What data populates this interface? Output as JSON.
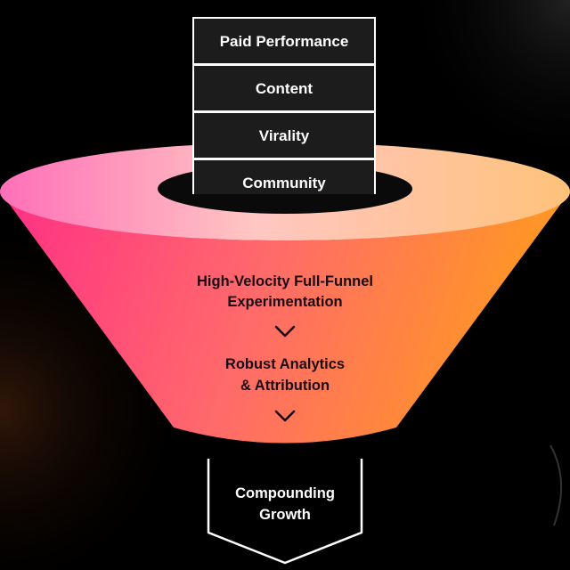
{
  "stack": {
    "items": [
      {
        "label": "Paid Performance"
      },
      {
        "label": "Content"
      },
      {
        "label": "Virality"
      },
      {
        "label": "Community"
      }
    ]
  },
  "funnel": {
    "stage1": {
      "line1": "High-Velocity Full-Funnel",
      "line2": "Experimentation"
    },
    "stage2": {
      "line1": "Robust Analytics",
      "line2": "& Attribution"
    }
  },
  "output": {
    "line1": "Compounding",
    "line2": "Growth"
  },
  "colors": {
    "background": "#000000",
    "gradient_left": "#ff3d8f",
    "gradient_mid": "#ff7a5a",
    "gradient_right": "#ff9a1f",
    "rim_highlight": "#ffd0a0",
    "stack_box": "#1c1c1c",
    "stack_border": "#ffffff"
  }
}
